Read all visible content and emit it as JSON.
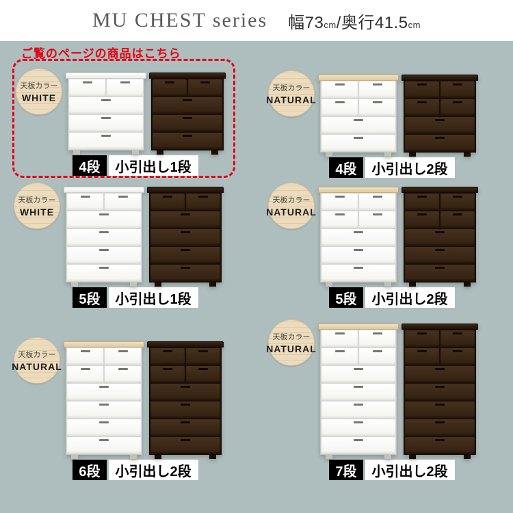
{
  "header": {
    "title": "MU CHEST series",
    "width": "幅73",
    "unit1": "cm",
    "slash": "/",
    "depth": "奥行41.5",
    "unit2": "cm"
  },
  "highlight_note": "ご覧のページの商品はこちら",
  "badge_label": "天板カラー",
  "products": [
    {
      "badge_color": "WHITE",
      "tier_label": "4段",
      "small_label": "小引出し1段",
      "small_rows": 1,
      "full_rows": 3,
      "highlight": true
    },
    {
      "badge_color": "NATURAL",
      "tier_label": "4段",
      "small_label": "小引出し2段",
      "small_rows": 2,
      "full_rows": 2,
      "highlight": false
    },
    {
      "badge_color": "WHITE",
      "tier_label": "5段",
      "small_label": "小引出し1段",
      "small_rows": 1,
      "full_rows": 4,
      "highlight": false
    },
    {
      "badge_color": "NATURAL",
      "tier_label": "5段",
      "small_label": "小引出し2段",
      "small_rows": 2,
      "full_rows": 3,
      "highlight": false
    },
    {
      "badge_color": "NATURAL",
      "tier_label": "6段",
      "small_label": "小引出し2段",
      "small_rows": 2,
      "full_rows": 4,
      "highlight": false
    },
    {
      "badge_color": "NATURAL",
      "tier_label": "7段",
      "small_label": "小引出し2段",
      "small_rows": 2,
      "full_rows": 5,
      "highlight": false
    }
  ],
  "colors": {
    "background": "#aebdbd",
    "header_background": "#ffffff",
    "accent_red": "#e60012",
    "label_black": "#000000",
    "white_chest": "#ffffff",
    "dark_chest": "#38261a",
    "natural_wood_top": "#e8d6ae"
  }
}
